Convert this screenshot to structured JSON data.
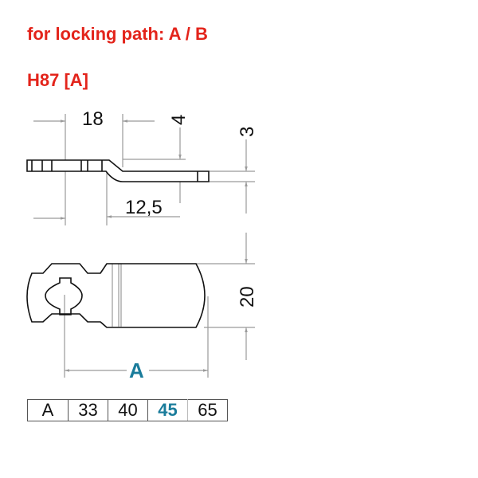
{
  "header": {
    "title": "for locking path: A / B",
    "model": "H87 [A]"
  },
  "side_view": {
    "dimensions": {
      "overall_offset": "18",
      "bend_height": "4",
      "thickness": "3",
      "bend_length": "12,5"
    }
  },
  "top_view": {
    "dimensions": {
      "width": "20",
      "length_label": "A"
    }
  },
  "variants_table": {
    "header": "A",
    "values": [
      "33",
      "40",
      "45",
      "65"
    ],
    "highlighted_index": 2,
    "highlight_color": "#1a7c9b"
  },
  "colors": {
    "title": "#e3241b",
    "dimension_lines": "#9a9a9a",
    "outline": "#111111",
    "accent": "#1a7c9b"
  }
}
